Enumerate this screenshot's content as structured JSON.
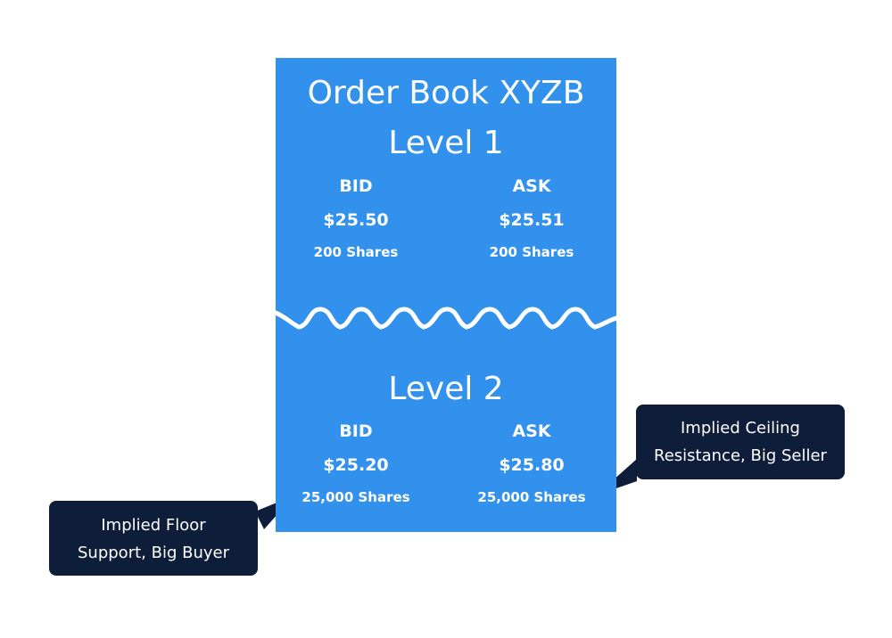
{
  "panel": {
    "title": "Order Book XYZB",
    "level1": {
      "label": "Level 1",
      "bid": {
        "header": "BID",
        "price": "$25.50",
        "shares": "200 Shares"
      },
      "ask": {
        "header": "ASK",
        "price": "$25.51",
        "shares": "200 Shares"
      }
    },
    "level2": {
      "label": "Level 2",
      "bid": {
        "header": "BID",
        "price": "$25.20",
        "shares": "25,000 Shares"
      },
      "ask": {
        "header": "ASK",
        "price": "$25.80",
        "shares": "25,000 Shares"
      }
    }
  },
  "callouts": {
    "floor": {
      "line1": "Implied Floor",
      "line2": "Support, Big Buyer"
    },
    "ceiling": {
      "line1": "Implied Ceiling",
      "line2": "Resistance, Big Seller"
    }
  },
  "colors": {
    "panel": "#3391ee",
    "callout": "#0e1d3a",
    "text": "#ffffff",
    "background": "#ffffff"
  }
}
